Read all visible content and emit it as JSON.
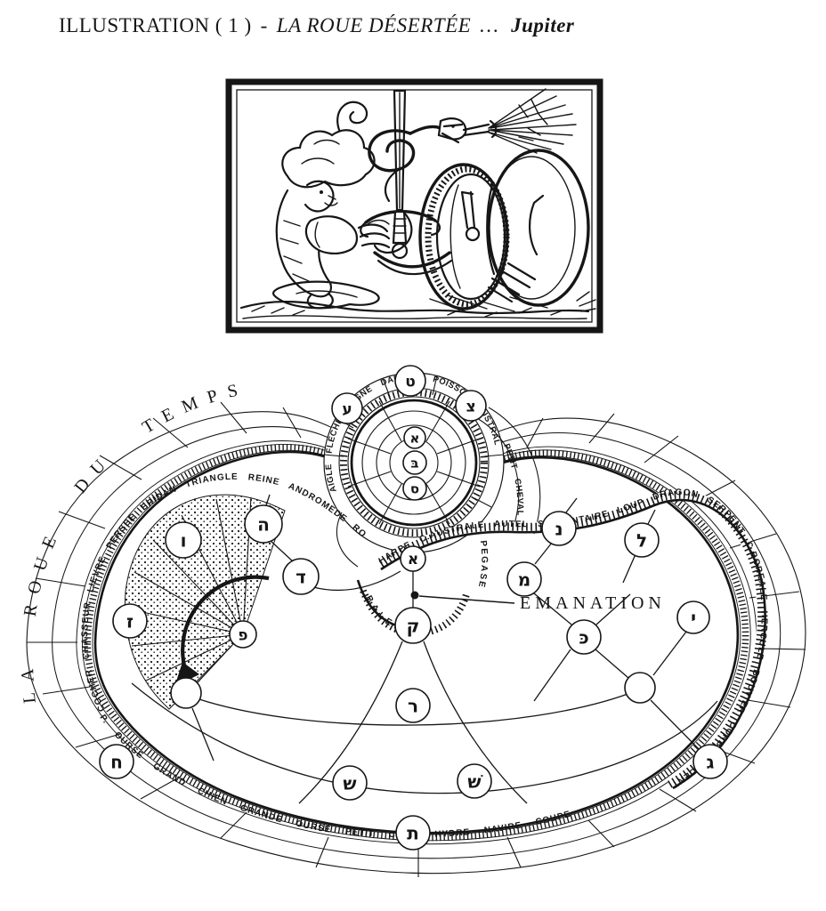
{
  "page": {
    "background": "#ffffff",
    "ink": "#161616"
  },
  "title": {
    "prefix": "ILLUSTRATION ( 1 )",
    "separator": "-",
    "work": "LA ROUE DÉSERTÉE",
    "ellipsis": "…",
    "keyword": "Jupiter"
  },
  "diagram": {
    "outer_label": "LA ROUE DU TEMPS",
    "emanation_label": "ÉMANATION",
    "bands": {
      "small_wheel": "AIGLE FLECHE CYGNE DAUPHIN POISSON AUSTRAL",
      "bridge": "PETIT CHEVAL",
      "left": "COCHER CHASSEUR LIEVRE PERSEE ERIDAN TRIANGLE REINE ANDROMEDE ROI",
      "middle": "HARPE C.AUSTRALE AUTEL SERPENTAIRE LOUP DRAGON SERPENT C.BOREALE HERCULE BOUVIER CORBEAU CENTAURE",
      "bottom": "P. OURSE GRAND CHIEN GRANDE OURSE PETIT CHIEN HYDRE NAVIRE COUPE",
      "center_loop": "BALEINE",
      "center_band": "PEGASE"
    },
    "letters": {
      "vav": "ו",
      "he": "ה",
      "dalet": "ד",
      "zayin": "ז",
      "pe": "פ",
      "chet": "ח",
      "shin_left": "ש",
      "shin_right": "שׁ",
      "tav": "ת",
      "gimel": "ג",
      "yod": "י",
      "lamed": "ל",
      "nun": "נ",
      "mem": "מ",
      "kaf": "כּ",
      "qof": "ק",
      "resh": "ר",
      "aleph": "א",
      "rim_ayin": "ע",
      "rim_tet": "ט",
      "rim_tsadi": "צ",
      "center_aleph": "א",
      "center_bet": "בּ",
      "center_samekh": "ס"
    }
  }
}
